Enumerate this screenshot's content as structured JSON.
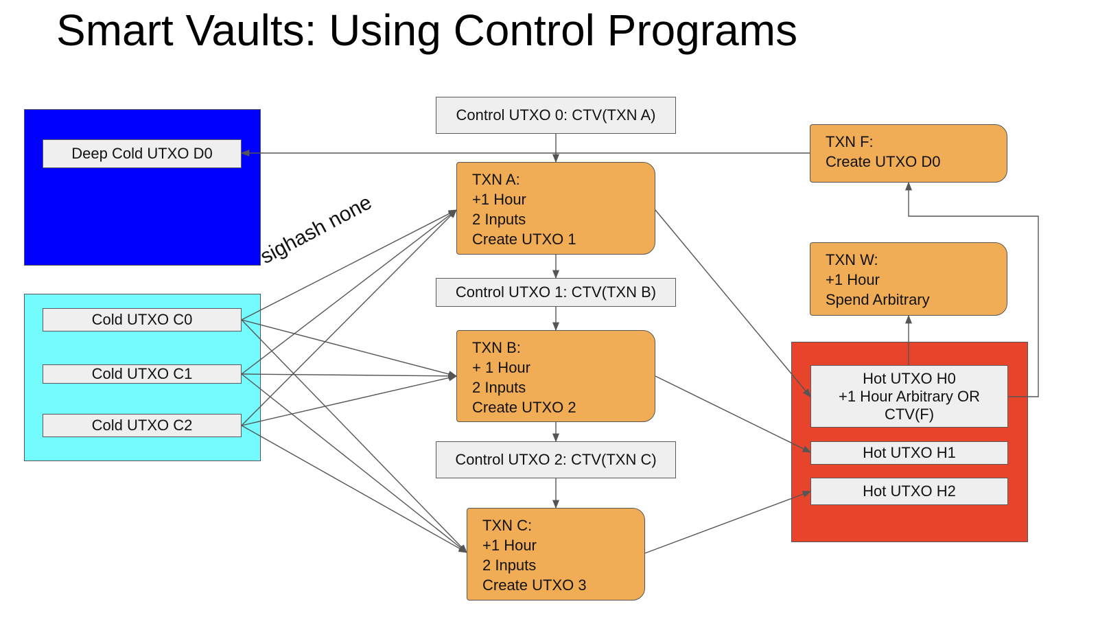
{
  "title": "Smart Vaults: Using Control Programs",
  "colors": {
    "deep_cold_panel": "#0000ff",
    "cold_panel": "#73fbfd",
    "hot_panel": "#e8442b",
    "txn_box": "#f0ad55",
    "utxo_box": "#efefef"
  },
  "deep_cold": {
    "d0": "Deep Cold UTXO D0"
  },
  "cold": {
    "c0": "Cold UTXO C0",
    "c1": "Cold UTXO C1",
    "c2": "Cold UTXO C2"
  },
  "annotation": "sighash none",
  "control": {
    "c0": "Control UTXO 0: CTV(TXN A)",
    "c1": "Control UTXO 1: CTV(TXN B)",
    "c2": "Control UTXO 2: CTV(TXN C)"
  },
  "txn_a": {
    "l1": "TXN A:",
    "l2": "+1 Hour",
    "l3": "2 Inputs",
    "l4": "Create UTXO 1"
  },
  "txn_b": {
    "l1": "TXN B:",
    "l2": "+ 1 Hour",
    "l3": "2 Inputs",
    "l4": "Create UTXO 2"
  },
  "txn_c": {
    "l1": "TXN C:",
    "l2": "+1 Hour",
    "l3": "2 Inputs",
    "l4": "Create UTXO 3"
  },
  "txn_f": {
    "l1": "TXN F:",
    "l2": "Create UTXO D0"
  },
  "txn_w": {
    "l1": "TXN W:",
    "l2": "+1 Hour",
    "l3": "Spend Arbitrary"
  },
  "hot": {
    "h0": "Hot  UTXO H0\n+1 Hour Arbitrary OR\nCTV(F)",
    "h1": "Hot UTXO H1",
    "h2": "Hot UTXO H2"
  }
}
